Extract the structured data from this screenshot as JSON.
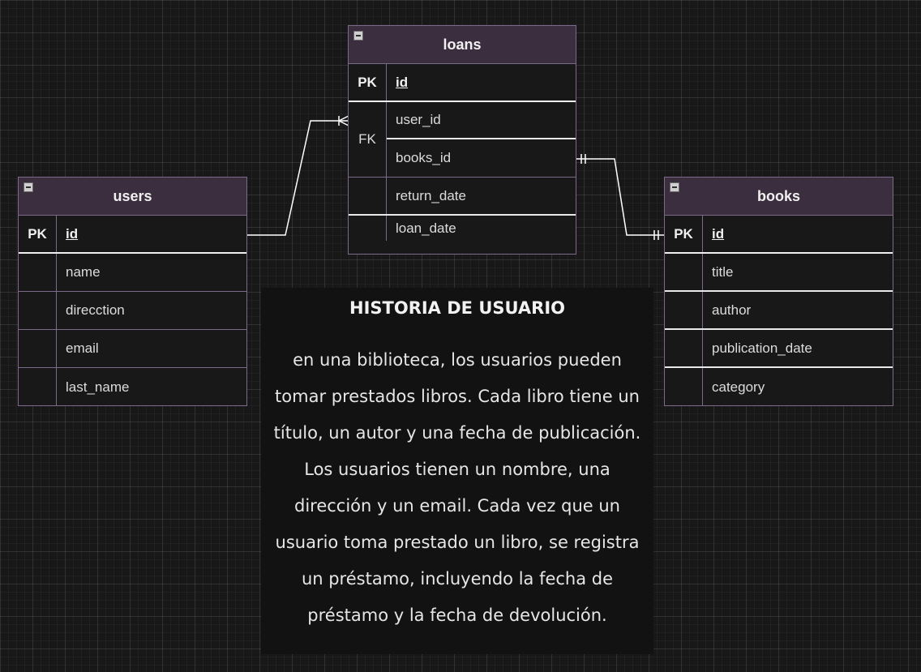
{
  "entities": {
    "loans": {
      "title": "loans",
      "pk": {
        "key": "PK",
        "name": "id"
      },
      "fk_key": "FK",
      "fk_fields": [
        "user_id",
        "books_id"
      ],
      "fields": [
        "return_date",
        "loan_date"
      ]
    },
    "users": {
      "title": "users",
      "pk": {
        "key": "PK",
        "name": "id"
      },
      "fields": [
        "name",
        "direcction",
        "email",
        "last_name"
      ]
    },
    "books": {
      "title": "books",
      "pk": {
        "key": "PK",
        "name": "id"
      },
      "fields": [
        "title",
        "author",
        "publication_date",
        "category"
      ]
    }
  },
  "story": {
    "title": "HISTORIA DE USUARIO",
    "lines": [
      "en una biblioteca, los usuarios pueden",
      "tomar prestados libros. Cada libro tiene un",
      "título, un autor y una fecha de publicación.",
      "Los usuarios tienen un nombre, una",
      "dirección y un email. Cada vez que un",
      "usuario toma prestado un libro, se registra",
      "un préstamo, incluyendo la fecha de",
      "préstamo y la fecha de devolución."
    ]
  },
  "colors": {
    "background": "#181818",
    "header": "#3b2e3f",
    "border": "#7d6a8a",
    "connector": "#ffffff"
  }
}
